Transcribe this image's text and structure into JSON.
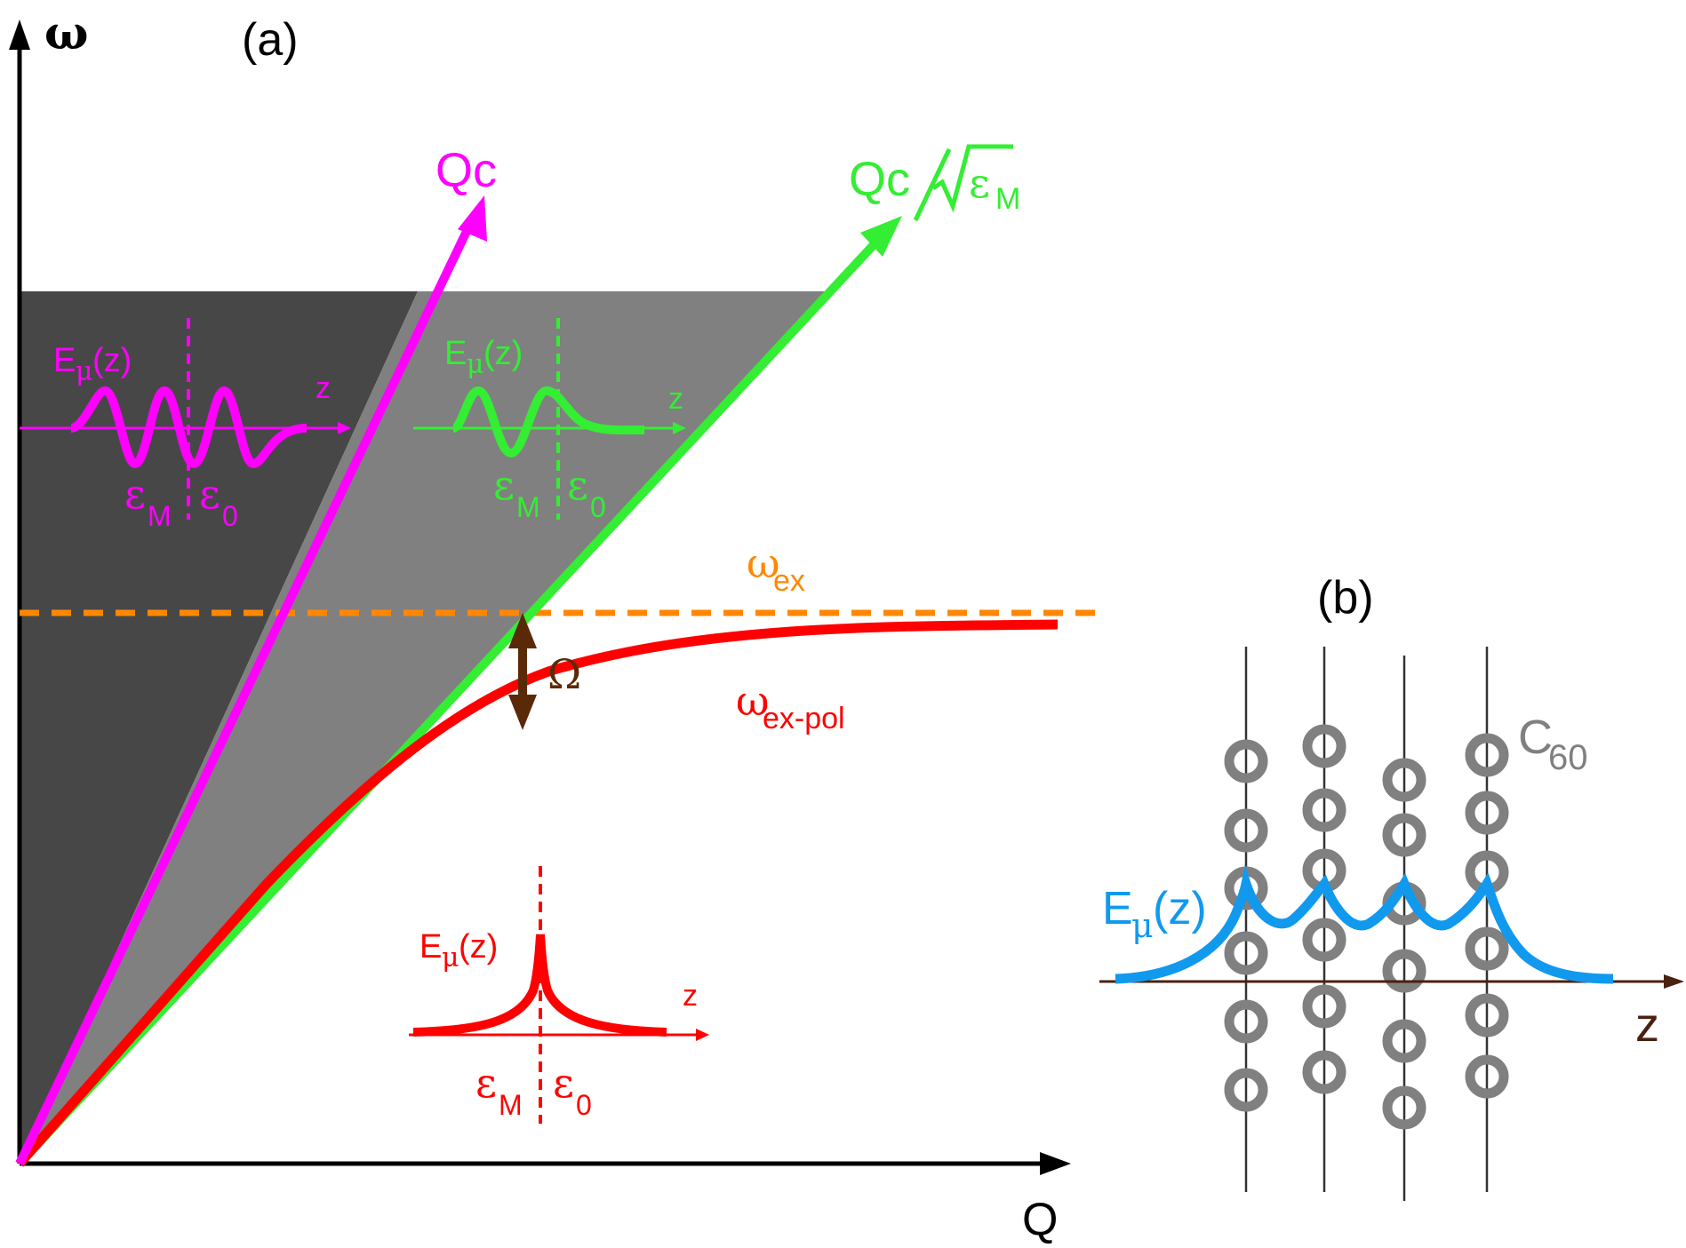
{
  "panel_a": {
    "label": "(a)",
    "y_axis_label": "ω",
    "x_axis_label": "Q",
    "light_line_vacuum": {
      "label": "Qc",
      "color": "#ff00ff"
    },
    "light_line_medium": {
      "label_main": "Qc",
      "label_eps": "ε",
      "label_eps_sub": "M",
      "color": "#33ee33"
    },
    "exciton_level": {
      "label": "ω",
      "label_sub": "ex",
      "color": "#ff8800"
    },
    "polariton": {
      "label": "ω",
      "label_sub": "ex-pol",
      "color": "#ff0000"
    },
    "rabi_splitting": {
      "label": "Ω",
      "color": "#5a2a08"
    },
    "region_dark_color": "#474747",
    "region_grey_color": "#808080",
    "insets": [
      {
        "name": "vacuum",
        "field_label": "E",
        "field_sub": "μ",
        "field_arg": "(z)",
        "axis_label": "z",
        "eps_left": "ε",
        "eps_left_sub": "M",
        "eps_right": "ε",
        "eps_right_sub": "0",
        "color": "#ff00ff"
      },
      {
        "name": "medium",
        "field_label": "E",
        "field_sub": "μ",
        "field_arg": "(z)",
        "axis_label": "z",
        "eps_left": "ε",
        "eps_left_sub": "M",
        "eps_right": "ε",
        "eps_right_sub": "0",
        "color": "#33ee33"
      },
      {
        "name": "polariton",
        "field_label": "E",
        "field_sub": "μ",
        "field_arg": "(z)",
        "axis_label": "z",
        "eps_left": "ε",
        "eps_left_sub": "M",
        "eps_right": "ε",
        "eps_right_sub": "0",
        "color": "#ff0000"
      }
    ]
  },
  "panel_b": {
    "label": "(b)",
    "molecule_label": "C",
    "molecule_sub": "60",
    "field_label": "E",
    "field_sub": "μ",
    "field_arg": "(z)",
    "axis_label": "z",
    "field_color": "#1199ee",
    "molecule_color": "#808080",
    "axis_color": "#4a2010"
  }
}
